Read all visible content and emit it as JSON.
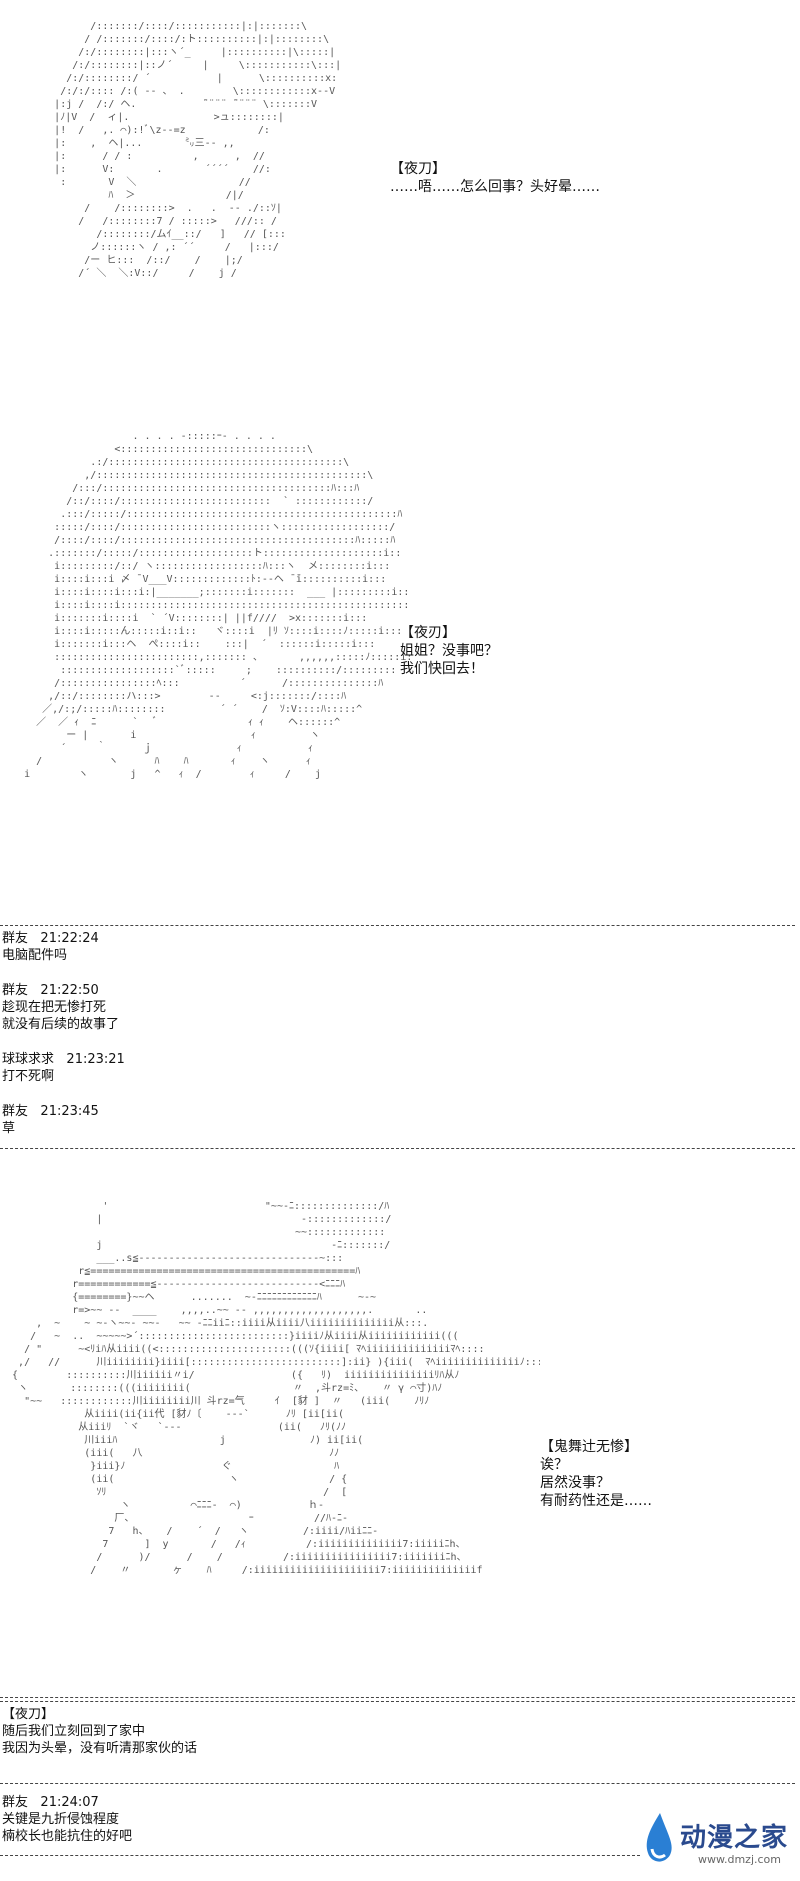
{
  "scenes": [
    {
      "speaker": "【夜刀】",
      "lines": [
        "……唔……怎么回事？头好晕……"
      ]
    },
    {
      "speaker": "【夜刃】",
      "lines": [
        "姐姐？没事吧？",
        "我们快回去！"
      ]
    },
    {
      "speaker": "【鬼舞辻无惨】",
      "lines": [
        "诶？",
        "居然没事？",
        "有耐药性还是……"
      ]
    }
  ],
  "chat1": [
    {
      "user": "群友",
      "time": "21:22:24",
      "text": "电脑配件吗"
    },
    {
      "user": "群友",
      "time": "21:22:50",
      "text": "趁现在把无惨打死\n就没有后续的故事了"
    },
    {
      "user": "球球求求",
      "time": "21:23:21",
      "text": "打不死啊"
    },
    {
      "user": "群友",
      "time": "21:23:45",
      "text": "草"
    }
  ],
  "narration": {
    "speaker": "【夜刀】",
    "lines": [
      "随后我们立刻回到了家中",
      "我因为头晕，没有听清那家伙的话"
    ]
  },
  "chat2": [
    {
      "user": "群友",
      "time": "21:24:07",
      "text": "关键是九折侵蚀程度\n楠校长也能抗住的好吧"
    }
  ],
  "watermark": {
    "name": "动漫之家",
    "url": "www.dmzj.com",
    "logo_color": "#2a7fd4"
  }
}
